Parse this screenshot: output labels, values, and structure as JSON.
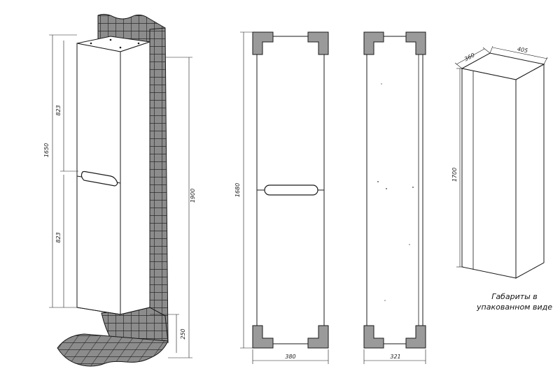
{
  "view1": {
    "dims": {
      "total_height": "1900",
      "cabinet_height": "1650",
      "upper_section": "823",
      "lower_section": "823",
      "floor_clearance": "250"
    }
  },
  "view2": {
    "dims": {
      "height": "1680",
      "width": "380"
    }
  },
  "view3": {
    "dims": {
      "width": "321"
    }
  },
  "view4": {
    "dims": {
      "depth": "360",
      "width": "405",
      "height": "1700"
    },
    "caption_line1": "Габариты в",
    "caption_line2": "упакованном виде"
  },
  "colors": {
    "line": "#1a1a1a",
    "tile": "#8c8c8c",
    "tile_line": "#2a2a2a",
    "cabinet": "#ffffff"
  }
}
